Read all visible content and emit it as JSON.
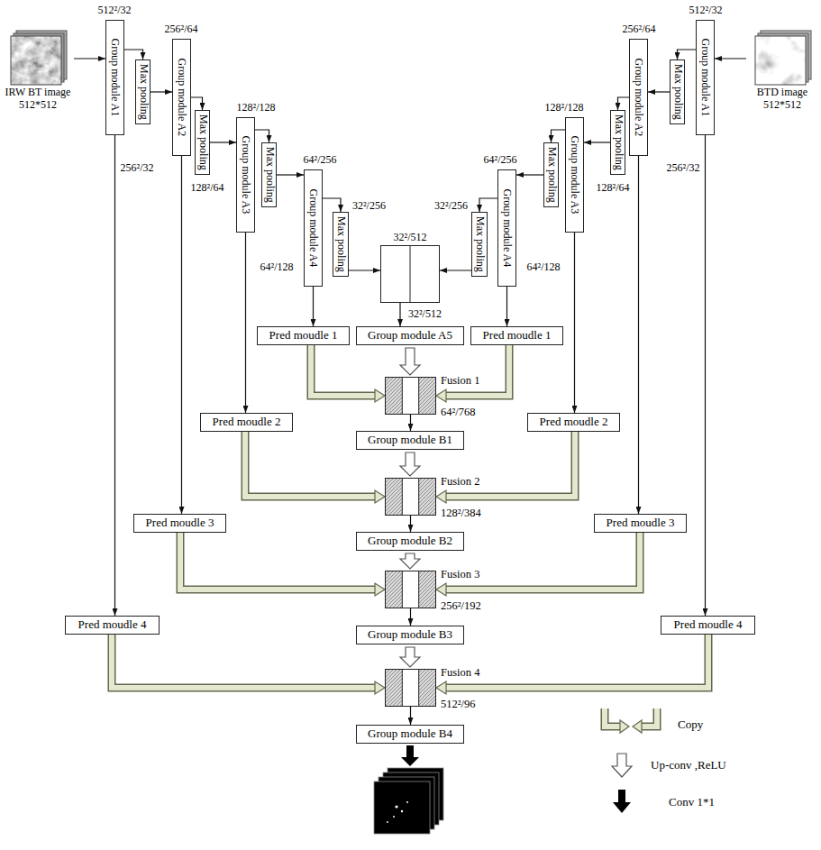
{
  "diagram": {
    "nodes": [
      {
        "text": [
          "IRW BT image 512*512"
        ]
      },
      {
        "text": [
          "Group module A1"
        ]
      },
      {
        "text": [
          "Max pooling"
        ]
      },
      {
        "text": [
          "Group module A2"
        ]
      },
      {
        "text": [
          "Max pooling"
        ]
      },
      {
        "text": [
          "Group module A3"
        ]
      },
      {
        "text": [
          "Max pooling"
        ]
      },
      {
        "text": [
          "Group module A4"
        ]
      },
      {
        "text": [
          "Max pooling"
        ]
      },
      {
        "text": [
          "32²/512"
        ]
      },
      {
        "text": [
          "BTD image 512*512"
        ]
      },
      {
        "text": [
          "Group module A1"
        ]
      },
      {
        "text": [
          "Max pooling"
        ]
      },
      {
        "text": [
          "Group module A2"
        ]
      },
      {
        "text": [
          "Max pooling"
        ]
      },
      {
        "text": [
          "Group module A3"
        ]
      },
      {
        "text": [
          "Max pooling"
        ]
      },
      {
        "text": [
          "Group module A4"
        ]
      },
      {
        "text": [
          "Max pooling"
        ]
      },
      {
        "text": [
          "Group module A5"
        ]
      },
      {
        "text": [
          "Pred moudle 1"
        ]
      },
      {
        "text": [
          "Pred moudle 1"
        ]
      },
      {
        "text": [
          "Fusion 1",
          "64²/768"
        ]
      },
      {
        "text": [
          "Group module B1"
        ]
      },
      {
        "text": [
          "Pred moudle 2"
        ]
      },
      {
        "text": [
          "Pred moudle 2"
        ]
      },
      {
        "text": [
          "Fusion 2",
          "128²/384"
        ]
      },
      {
        "text": [
          "Group module B2"
        ]
      },
      {
        "text": [
          "Pred moudle 3"
        ]
      },
      {
        "text": [
          "Pred moudle 3"
        ]
      },
      {
        "text": [
          "Fusion 3",
          "256²/192"
        ]
      },
      {
        "text": [
          "Group module B3"
        ]
      },
      {
        "text": [
          "Pred moudle 4"
        ]
      },
      {
        "text": [
          "Pred moudle 4"
        ]
      },
      {
        "text": [
          "Fusion 4",
          "512²/96"
        ]
      },
      {
        "text": [
          "Group module B4"
        ]
      }
    ],
    "edges": [
      {
        "from": 0,
        "to": 1,
        "arrow": "to"
      },
      {
        "from": 1,
        "to": 2,
        "arrow": "to"
      },
      {
        "from": 2,
        "to": 3,
        "arrow": "to"
      },
      {
        "from": 3,
        "to": 4,
        "arrow": "to"
      },
      {
        "from": 4,
        "to": 5,
        "arrow": "to"
      },
      {
        "from": 5,
        "to": 6,
        "arrow": "to"
      },
      {
        "from": 6,
        "to": 7,
        "arrow": "to"
      },
      {
        "from": 7,
        "to": 8,
        "arrow": "to"
      },
      {
        "from": 8,
        "to": 9,
        "arrow": "to"
      },
      {
        "from": 10,
        "to": 11,
        "arrow": "to"
      },
      {
        "from": 11,
        "to": 12,
        "arrow": "to"
      },
      {
        "from": 12,
        "to": 13,
        "arrow": "to"
      },
      {
        "from": 13,
        "to": 14,
        "arrow": "to"
      },
      {
        "from": 14,
        "to": 15,
        "arrow": "to"
      },
      {
        "from": 15,
        "to": 16,
        "arrow": "to"
      },
      {
        "from": 16,
        "to": 17,
        "arrow": "to"
      },
      {
        "from": 17,
        "to": 18,
        "arrow": "to"
      },
      {
        "from": 18,
        "to": 9,
        "arrow": "to"
      },
      {
        "from": 9,
        "to": 19,
        "arrow": "to"
      },
      {
        "from": 1,
        "to": 32,
        "arrow": "to"
      },
      {
        "from": 3,
        "to": 28,
        "arrow": "to"
      },
      {
        "from": 5,
        "to": 24,
        "arrow": "to"
      },
      {
        "from": 7,
        "to": 20,
        "arrow": "to"
      },
      {
        "from": 11,
        "to": 33,
        "arrow": "to"
      },
      {
        "from": 13,
        "to": 29,
        "arrow": "to"
      },
      {
        "from": 15,
        "to": 25,
        "arrow": "to"
      },
      {
        "from": 17,
        "to": 21,
        "arrow": "to"
      },
      {
        "from": 19,
        "to": 22,
        "arrow": "to"
      },
      {
        "from": 20,
        "to": 22,
        "arrow": "to"
      },
      {
        "from": 21,
        "to": 22,
        "arrow": "to"
      },
      {
        "from": 22,
        "to": 23,
        "arrow": "to"
      },
      {
        "from": 23,
        "to": 26,
        "arrow": "to"
      },
      {
        "from": 24,
        "to": 26,
        "arrow": "to"
      },
      {
        "from": 25,
        "to": 26,
        "arrow": "to"
      },
      {
        "from": 26,
        "to": 27,
        "arrow": "to"
      },
      {
        "from": 27,
        "to": 30,
        "arrow": "to"
      },
      {
        "from": 28,
        "to": 30,
        "arrow": "to"
      },
      {
        "from": 29,
        "to": 30,
        "arrow": "to"
      },
      {
        "from": 30,
        "to": 31,
        "arrow": "to"
      },
      {
        "from": 31,
        "to": 34,
        "arrow": "to"
      },
      {
        "from": 32,
        "to": 34,
        "arrow": "to"
      },
      {
        "from": 33,
        "to": 34,
        "arrow": "to"
      },
      {
        "from": 34,
        "to": 35,
        "arrow": "to"
      }
    ],
    "labels": [
      "512²/32",
      "512²/32",
      "256²/64",
      "256²/64",
      "128²/128",
      "128²/128",
      "256²/32",
      "256²/32",
      "64²/256",
      "64²/256",
      "128²/64",
      "128²/64",
      "32²/256",
      "32²/256",
      "64²/128",
      "64²/128",
      "32²/512"
    ],
    "legend": [
      {
        "text": "Copy"
      },
      {
        "text": "Up-conv ,ReLU"
      },
      {
        "text": "Conv 1*1"
      }
    ]
  }
}
